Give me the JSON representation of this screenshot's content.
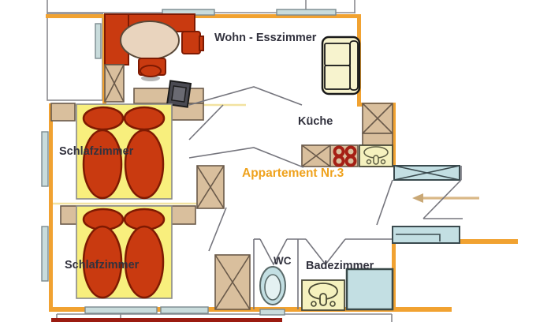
{
  "plan": {
    "title": "Appartement Nr.3",
    "rooms": {
      "living_dining": "Wohn - Esszimmer",
      "kitchen": "Küche",
      "bedroom_top": "Schlafzimmer",
      "bedroom_bottom": "Schlafzimmer",
      "wc": "WC",
      "bathroom": "Badezimmer"
    }
  },
  "colors": {
    "wall_orange": "#F1A231",
    "furniture_red": "#C93A10",
    "furniture_red_dark": "#7E1A02",
    "bed_yellow": "#F8EF7D",
    "wood_tan": "#D9BF9D",
    "cream": "#F5F1BE",
    "sofa_cream": "#F7F3CE",
    "fixture_blue": "#C3DFE3",
    "fixture_blue_light": "#E4F1F2",
    "window_blue": "#C9DCDC",
    "table_beige": "#E9D4BE",
    "tv_dark": "#4A4A52",
    "label_dark": "#32323E",
    "title_orange": "#EFA21D",
    "interior_wall": "#F2E2A0",
    "arrow_tan": "#D9B886",
    "bottom_red": "#9B1B10"
  }
}
